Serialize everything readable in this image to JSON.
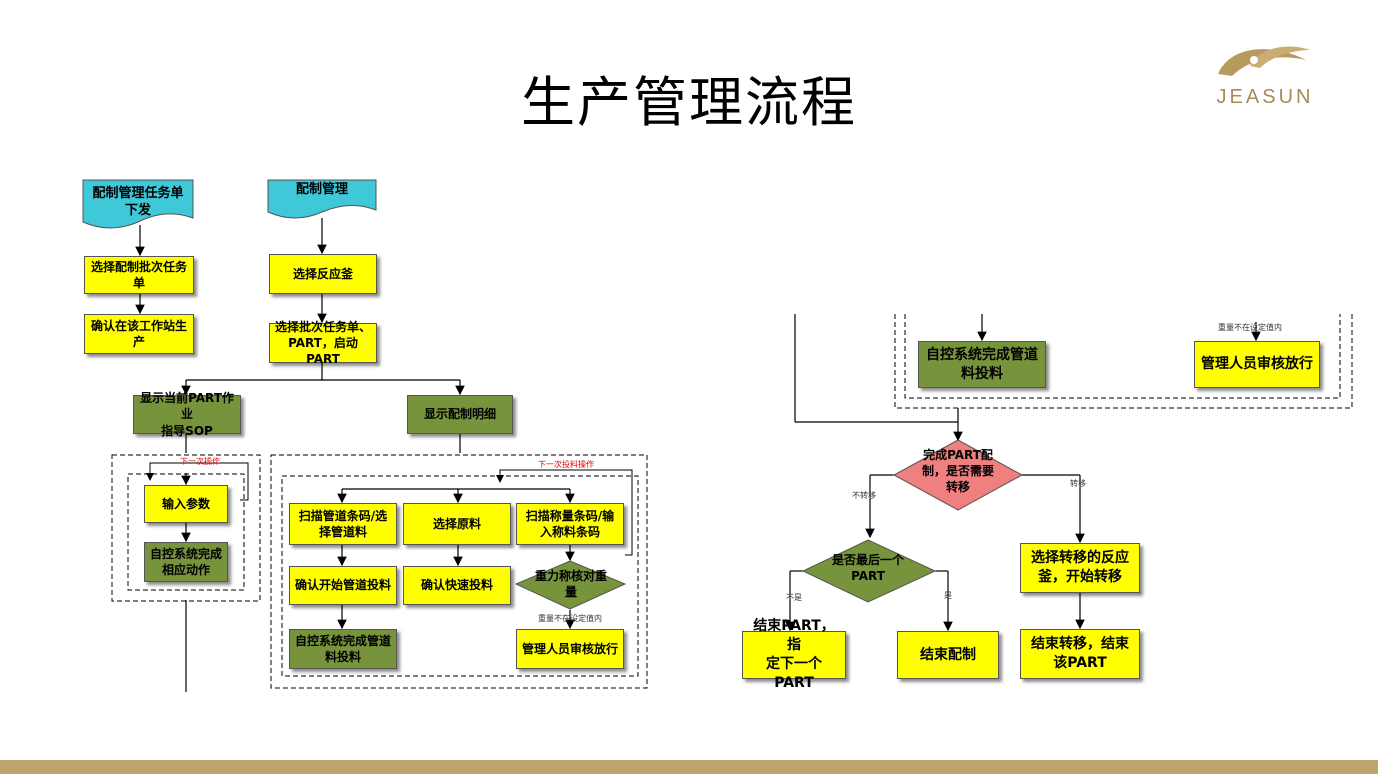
{
  "title": "生产管理流程",
  "logo": {
    "text": "JEASUN",
    "color": "#a88a55"
  },
  "colors": {
    "yellow": "#ffff00",
    "green": "#77933c",
    "cyan": "#3ec8d8",
    "diamond_red": "#f08080",
    "diamond_green": "#77933c",
    "bar": "#bfa46e"
  },
  "left": {
    "doc1": "配制管理任务单\n下发",
    "doc2": "配制管理",
    "select_task": "选择配制批次任务\n单",
    "confirm_station": "确认在该工作站生\n产",
    "select_kettle": "选择反应釜",
    "select_batch": "选择批次任务单、\nPART，启动PART",
    "show_sop": "显示当前PART作业\n指导SOP",
    "show_detail": "显示配制明细",
    "next_op_1": "下一次操作",
    "input_params": "输入参数",
    "auto_complete": "自控系统完成\n相应动作",
    "next_feed": "下一次投料操作",
    "scan_pipe": "扫描管道条码/选\n择管道料",
    "select_raw": "选择原料",
    "scan_weigh": "扫描称量条码/输\n入称料条码",
    "confirm_pipe": "确认开始管道投料",
    "confirm_fast": "确认快速投料",
    "weight_check": "重力称核对重\n量",
    "weight_out": "重量不在设定值内",
    "auto_pipe": "自控系统完成管道\n料投料",
    "manager_release": "管理人员审核放行"
  },
  "right": {
    "auto_pipe": "自控系统完成管道\n料投料",
    "weight_out": "重量不在设定值内",
    "manager_release": "管理人员审核放行",
    "part_done": "完成PART配\n制，是否需要\n转移",
    "no_transfer": "不转移",
    "transfer": "转移",
    "is_last": "是否最后一个\nPART",
    "no": "不是",
    "yes": "是",
    "select_transfer": "选择转移的反应\n釜，开始转移",
    "end_part": "结束PART，指\n定下一个PART",
    "end_config": "结束配制",
    "end_transfer": "结束转移，结束\n该PART"
  }
}
